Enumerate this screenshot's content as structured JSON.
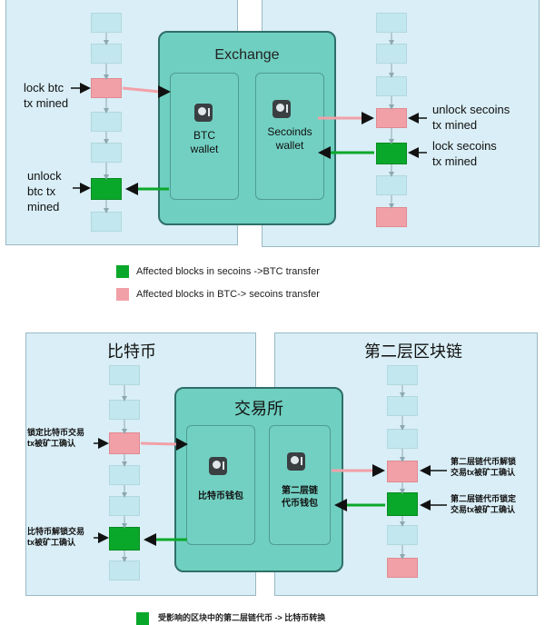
{
  "top": {
    "exchange_title": "Exchange",
    "btc_wallet": [
      "BTC",
      "wallet"
    ],
    "secoins_wallet": [
      "Secoinds",
      "wallet"
    ],
    "left_chain_top_label": [
      "lock btc",
      "tx mined"
    ],
    "left_chain_bottom_label": [
      "unlock",
      "btc tx",
      "mined"
    ],
    "right_chain_top_label": [
      "unlock secoins",
      "tx mined"
    ],
    "right_chain_bottom_label": [
      "lock secoins",
      "tx mined"
    ],
    "legend": [
      {
        "color": "#0aa82a",
        "text": "Affected blocks in secoins ->BTC transfer"
      },
      {
        "color": "#f2a0a7",
        "text": "Affected blocks in BTC-> secoins transfer"
      }
    ]
  },
  "bottom": {
    "left_title": "比特币",
    "right_title": "第二层区块链",
    "exchange_title": "交易所",
    "btc_wallet": "比特币钱包",
    "l2_wallet": [
      "第二层链",
      "代币钱包"
    ],
    "left_chain_top_label": [
      "锁定比特币交易",
      "tx被矿工确认"
    ],
    "left_chain_bottom_label": [
      "比特币解锁交易",
      "tx被矿工确认"
    ],
    "right_chain_top_label": [
      "第二层链代币解锁",
      "交易tx被矿工确认"
    ],
    "right_chain_bottom_label": [
      "第二层链代币锁定",
      "交易tx被矿工确认"
    ],
    "legend": [
      {
        "color": "#0aa82a",
        "text": "受影响的区块中的第二层链代币 -> 比特币转换"
      }
    ]
  },
  "colors": {
    "panel": "#d9eef6",
    "exchange": "#6fcfc0",
    "block": "#c3e7ee",
    "pink": "#f2a0a7",
    "green": "#0aa82a"
  }
}
